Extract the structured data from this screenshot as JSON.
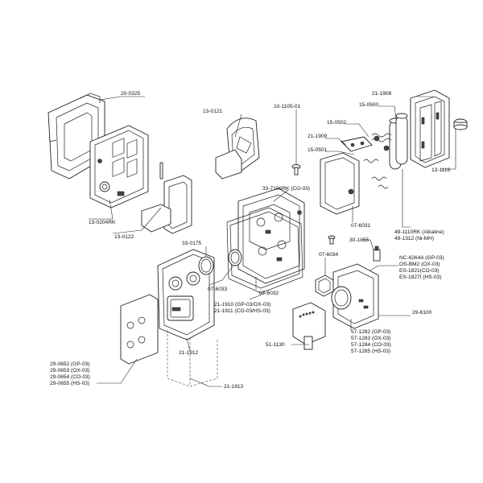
{
  "labels": {
    "p20_0325": "20-0325",
    "p13_0121": "13-0121",
    "p10_1105_01": "10-1105-01",
    "p21_1908": "21-1908",
    "p15_0500": "15-0500",
    "p15_0502": "15-0502",
    "p21_1909": "21-1909",
    "p15_0501": "15-0501",
    "p13_1116": "13-1116",
    "p33_7106rk": "33-7106RK (CO-03)",
    "p07_6031": "07-6031",
    "p13_0204rk": "13-0204RK",
    "p49_1110rk": "49-1110RK (Alkaline)",
    "p49_1312": "49-1312 (Ni-MH)",
    "p13_0122": "13-0122",
    "p30_1055": "30-1055",
    "p33_0175": "33-0175",
    "p07_6034": "07-6034",
    "nc_6264a": "NC-6264A (GP-03)",
    "os_bm2": "OS-BM2 (OX-03)",
    "es_1821": "ES-1821(CO-03)",
    "es_1827i": "ES-1827I (HS-03)",
    "p07_6033": "07-6033",
    "p07_6032": "07-6032",
    "p21_1910": "21-1910 (GP-03/OX-03)",
    "p21_1911": "21-1911 (CO-03/HS-03)",
    "p29_6100": "29-6100",
    "p57_1282": "57-1282 (GP-03)",
    "p57_1283": "57-1283 (OX-03)",
    "p57_1284": "57-1284 (CO-03)",
    "p57_1285": "57-1285 (HS-03)",
    "p51_1130": "51-1130",
    "p21_1912": "21-1912",
    "p29_0652": "29-0652 (GP-03)",
    "p29_0653": "29-0653 (OX-03)",
    "p29_0654": "29-0654 (CO-03)",
    "p29_0655": "29-0655 (HS-03)",
    "p21_1913": "21-1913"
  }
}
